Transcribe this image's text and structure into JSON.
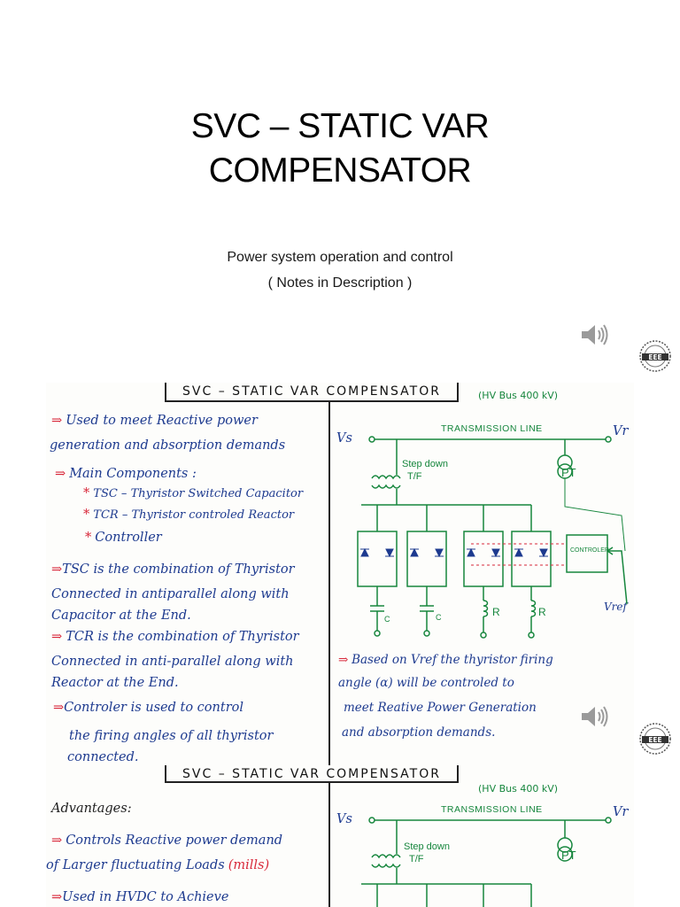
{
  "slide": {
    "title_line1": "SVC – STATIC VAR",
    "title_line2": "COMPENSATOR",
    "subtitle_line1": "Power system operation and control",
    "subtitle_line2": "( Notes in Description )"
  },
  "icons": {
    "speaker": "speaker-icon",
    "logo": "eee-logo-icon",
    "logo_text": "EEE"
  },
  "notes1": {
    "header": "SVC – STATIC VAR COMPENSATOR",
    "left": {
      "l1_arrow": "⇒",
      "l1": "Used to meet Reactive power",
      "l2": "generation and absorption demands",
      "l3_arrow": "⇒",
      "l3": "Main Components :",
      "b1_star": "*",
      "b1": "TSC – Thyristor Switched Capacitor",
      "b2_star": "*",
      "b2": "TCR – Thyristor controled Reactor",
      "b3_star": "*",
      "b3": "Controller",
      "p1_arrow": "⇒",
      "p1a": "TSC is the combination of Thyristor",
      "p1b": "Connected in antiparallel along with",
      "p1c": "Capacitor at the End.",
      "p2_arrow": "⇒",
      "p2a": "TCR is the combination of Thyristor",
      "p2b": "Connected in anti-parallel along with",
      "p2c": "Reactor at the End.",
      "p3_arrow": "⇒",
      "p3a": "Controler is used to control",
      "p3b": "the firing angles of all thyristor",
      "p3c": "connected."
    },
    "right": {
      "hv_bus": "(HV Bus 400 kV)",
      "vs": "Vs",
      "vr": "Vr",
      "tline": "TRANSMISSION LINE",
      "stepdown1": "Step down",
      "stepdown2": "T/F",
      "pt": "PT",
      "controller": "CONTROLER",
      "vref": "Vref",
      "c1": "C",
      "c2": "C",
      "r1": "R",
      "r2": "R",
      "note_arrow": "⇒",
      "n1": "Based on Vref the thyristor firing",
      "n2": "angle (α) will be controled to",
      "n3": "meet Reative Power Generation",
      "n4": "and absorption demands."
    }
  },
  "notes2": {
    "header": "SVC – STATIC VAR COMPENSATOR",
    "left": {
      "adv": "Advantages:",
      "a1_arrow": "⇒",
      "a1a": "Controls Reactive power demand",
      "a1b": "of Larger fluctuating Loads",
      "a1c": "(mills)",
      "a2_arrow": "⇒",
      "a2": "Used in HVDC to Achieve"
    },
    "right": {
      "hv_bus": "(HV Bus 400 kV)",
      "vs": "Vs",
      "vr": "Vr",
      "tline": "TRANSMISSION LINE",
      "stepdown1": "Step down",
      "stepdown2": "T/F",
      "pt": "PT"
    }
  },
  "colors": {
    "red": "#d8283a",
    "blue": "#1d3a8f",
    "green": "#16863d",
    "black": "#222222"
  }
}
